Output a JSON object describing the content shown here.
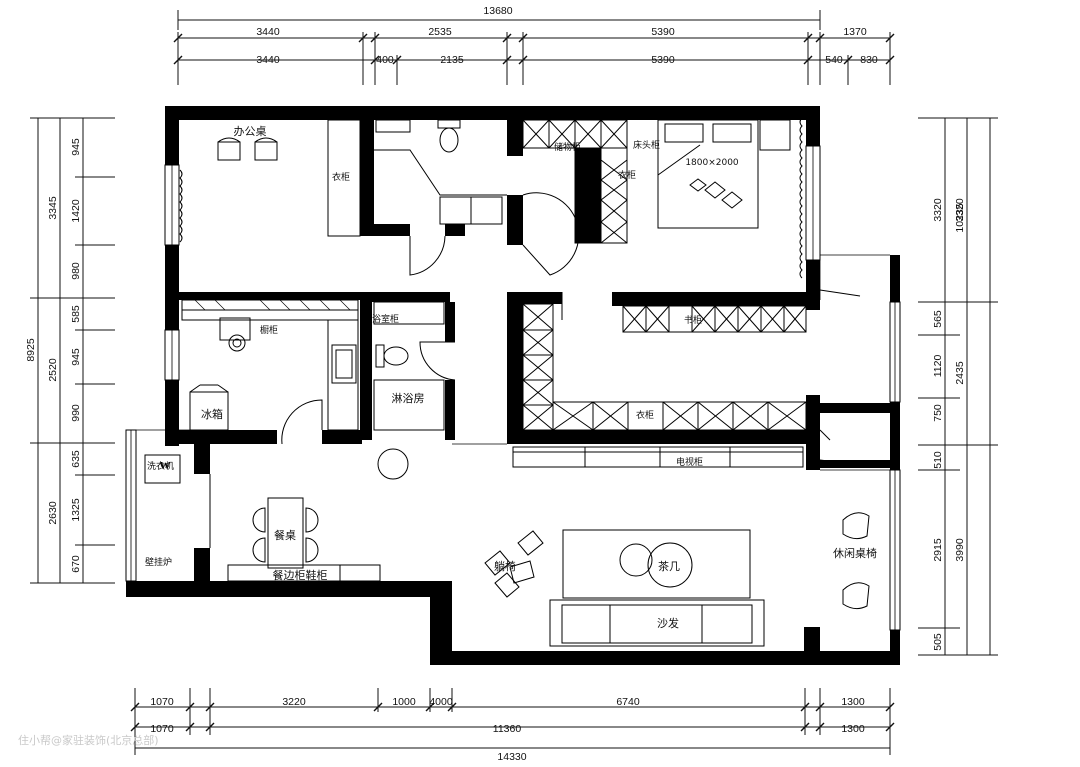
{
  "dimensions": {
    "top_total": "13680",
    "top_row1": [
      "3440",
      "2535",
      "5390",
      "1370"
    ],
    "top_row2": [
      "3440",
      "400",
      "2135",
      "5390",
      "540",
      "830"
    ],
    "bottom_row1": [
      "1070",
      "3220",
      "1000",
      "4000",
      "6740",
      "1300"
    ],
    "bottom_row2": [
      "1070",
      "11360",
      "1300"
    ],
    "bottom_total": "14330",
    "left_total": "8925",
    "left_row1": [
      "3345",
      "2520",
      "2630"
    ],
    "left_row2": [
      "945",
      "1420",
      "980",
      "585",
      "945",
      "990",
      "635",
      "1325",
      "670"
    ],
    "right_row1": [
      "3320",
      "2435",
      "3990"
    ],
    "right_row2": [
      "3320",
      "565",
      "1120",
      "750",
      "510",
      "2915",
      "505"
    ],
    "right_total": "10235"
  },
  "rooms": {
    "office_desk": "办公桌",
    "wardrobe_office": "衣柜",
    "storage_cabinet": "储物柜",
    "bed_head": "床头柜",
    "wardrobe_master": "衣柜",
    "bed_size": "1800×2000",
    "kitchen_cabinet": "橱柜",
    "bath_cabinet": "浴室柜",
    "fridge": "冰箱",
    "shower": "淋浴房",
    "bookcase": "书柜",
    "wardrobe_hall": "衣柜",
    "washer": "W",
    "washer_label": "洗衣机",
    "dining_table": "餐桌",
    "wall_boiler": "壁挂炉",
    "sideboard": "餐边柜鞋柜",
    "tv_cabinet": "电视柜",
    "lounge_chair": "躺椅",
    "coffee_table": "茶几",
    "sofa": "沙发",
    "leisure_chair": "休闲桌椅"
  },
  "watermark": "住小帮@家驻装饰(北京总部)"
}
